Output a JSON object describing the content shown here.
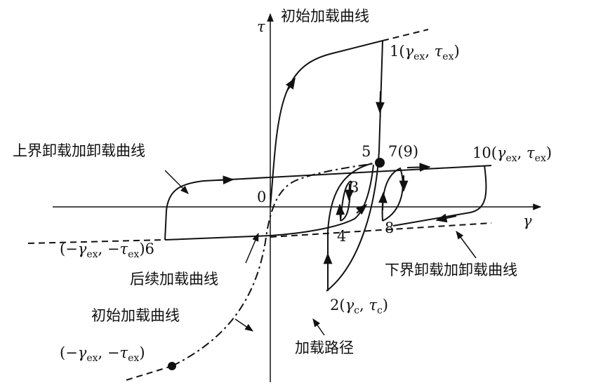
{
  "title_top": "初始加载曲线",
  "axis": {
    "y_label": "τ",
    "x_label": "γ",
    "origin": "0"
  },
  "points": {
    "p1": [
      [
        "1(",
        ""
      ],
      [
        "γ",
        "i"
      ],
      [
        "ex",
        "s"
      ],
      [
        ", ",
        ""
      ],
      [
        "τ",
        "i"
      ],
      [
        "ex",
        "s"
      ],
      [
        ")",
        ""
      ]
    ],
    "p2": [
      [
        "2(",
        ""
      ],
      [
        "γ",
        "i"
      ],
      [
        "c",
        "s"
      ],
      [
        ", ",
        ""
      ],
      [
        "τ",
        "i"
      ],
      [
        "c",
        "s"
      ],
      [
        ")",
        ""
      ]
    ],
    "p3": [
      [
        "3",
        ""
      ]
    ],
    "p4": [
      [
        "4",
        ""
      ]
    ],
    "p5": [
      [
        "5",
        ""
      ]
    ],
    "p79": [
      [
        "7(9)",
        ""
      ]
    ],
    "p8": [
      [
        "8",
        ""
      ]
    ],
    "p10": [
      [
        "10(",
        ""
      ],
      [
        "γ",
        "i"
      ],
      [
        "ex",
        "s"
      ],
      [
        ", ",
        ""
      ],
      [
        "τ",
        "i"
      ],
      [
        "ex",
        "s"
      ],
      [
        ")",
        ""
      ]
    ],
    "p6": [
      [
        "(−",
        ""
      ],
      [
        "γ",
        "i"
      ],
      [
        "ex",
        "s"
      ],
      [
        ", −",
        ""
      ],
      [
        "τ",
        "i"
      ],
      [
        "ex",
        "s"
      ],
      [
        ")6",
        ""
      ]
    ],
    "pneg": [
      [
        "(−",
        ""
      ],
      [
        "γ",
        "i"
      ],
      [
        "ex",
        "s"
      ],
      [
        ", −",
        ""
      ],
      [
        "τ",
        "i"
      ],
      [
        "ex",
        "s"
      ],
      [
        ")",
        ""
      ]
    ]
  },
  "curve_labels": {
    "upper": "上界卸载加卸载曲线",
    "lower": "下界卸载加卸载曲线",
    "subsequent": "后续加载曲线",
    "initial_lower": "初始加载曲线",
    "path": "加载路径"
  }
}
